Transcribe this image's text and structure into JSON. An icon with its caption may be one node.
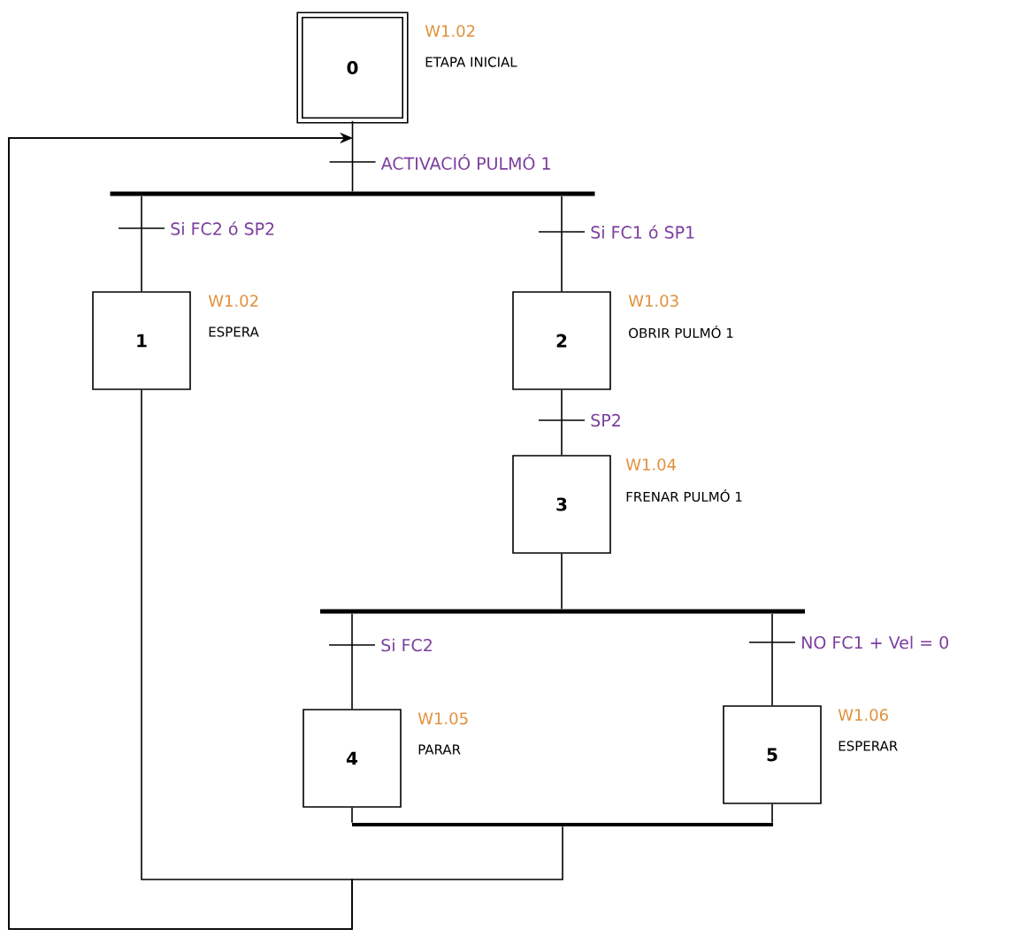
{
  "diagram": {
    "nodes": [
      {
        "text": [
          "0"
        ],
        "beside": [
          "W1.02",
          "ETAPA INICIAL"
        ]
      },
      {
        "text": [],
        "shape": "bar"
      },
      {
        "text": [
          "1"
        ],
        "beside": [
          "W1.02",
          "ESPERA"
        ]
      },
      {
        "text": [
          "2"
        ],
        "beside": [
          "W1.03",
          "OBRIR PULMÓ 1"
        ]
      },
      {
        "text": [
          "3"
        ],
        "beside": [
          "W1.04",
          "FRENAR PULMÓ 1"
        ]
      },
      {
        "text": [],
        "shape": "bar"
      },
      {
        "text": [
          "4"
        ],
        "beside": [
          "W1.05",
          "PARAR"
        ]
      },
      {
        "text": [
          "5"
        ],
        "beside": [
          "W1.06",
          "ESPERAR"
        ]
      },
      {
        "text": [],
        "shape": "bar"
      }
    ],
    "edges": [
      {
        "from": 0,
        "to": 1,
        "arrow": "none",
        "label": "ACTIVACIÓ PULMÓ 1"
      },
      {
        "from": 1,
        "to": 2,
        "arrow": "none",
        "label": "Si FC2 ó SP2"
      },
      {
        "from": 1,
        "to": 3,
        "arrow": "none",
        "label": "Si FC1 ó SP1"
      },
      {
        "from": 3,
        "to": 4,
        "arrow": "none",
        "label": "SP2"
      },
      {
        "from": 4,
        "to": 5,
        "arrow": "none"
      },
      {
        "from": 5,
        "to": 6,
        "arrow": "none",
        "label": "Si FC2"
      },
      {
        "from": 5,
        "to": 7,
        "arrow": "none",
        "label": "NO FC1 + Vel = 0"
      },
      {
        "from": 6,
        "to": 8,
        "arrow": "none"
      },
      {
        "from": 7,
        "to": 8,
        "arrow": "none"
      },
      {
        "from": 8,
        "to": 0,
        "arrow": "to"
      },
      {
        "from": 2,
        "to": 0,
        "arrow": "to"
      }
    ]
  }
}
